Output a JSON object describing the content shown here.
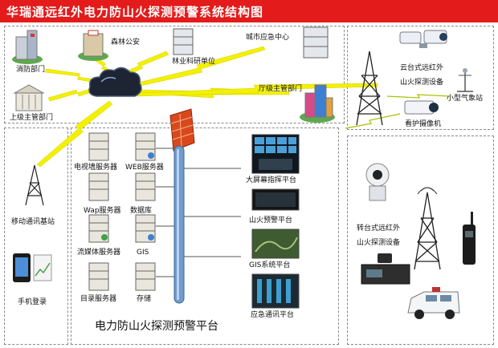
{
  "title": "华瑞通远红外电力防山火探测预警系统结构图",
  "top_nodes": {
    "fire_dept": "消防部门",
    "forest_police": "森林公安",
    "forestry_research": "林业科研单位",
    "city_emergency": "城市应急中心",
    "superior_dept": "上级主管部门",
    "bureau_dept": "厅级主管部门"
  },
  "devices_top": {
    "pan_tilt_detector": [
      "云台式远红外",
      "山火探测设备"
    ],
    "weather_station": "小型气象站",
    "guard_camera": "看护摄像机"
  },
  "mobile": {
    "base_station": "移动通讯基站",
    "phone_login": "手机登录"
  },
  "servers": [
    {
      "label": "电视墙服务器"
    },
    {
      "label": "WEB服务器"
    },
    {
      "label": "Wap服务器"
    },
    {
      "label": "数据库"
    },
    {
      "label": "流媒体服务器"
    },
    {
      "label": "GIS"
    },
    {
      "label": "目录服务器"
    },
    {
      "label": "存储"
    }
  ],
  "platforms": {
    "big_screen": "大屏幕指挥平台",
    "fire_warning": "山火预警平台",
    "gis_platform": "GIS系统平台",
    "emergency_comm": "应急通讯平台"
  },
  "center_platform": "电力防山火探测预警平台",
  "devices_bottom": {
    "turret_detector": [
      "转台式远红外",
      "山火探测设备"
    ]
  },
  "colors": {
    "title_bg": "#e31b1b",
    "lightning": "#f3f000",
    "cloud": "#1d2433",
    "pipe": "#6f9ccc",
    "firewall": "#d9481c"
  }
}
